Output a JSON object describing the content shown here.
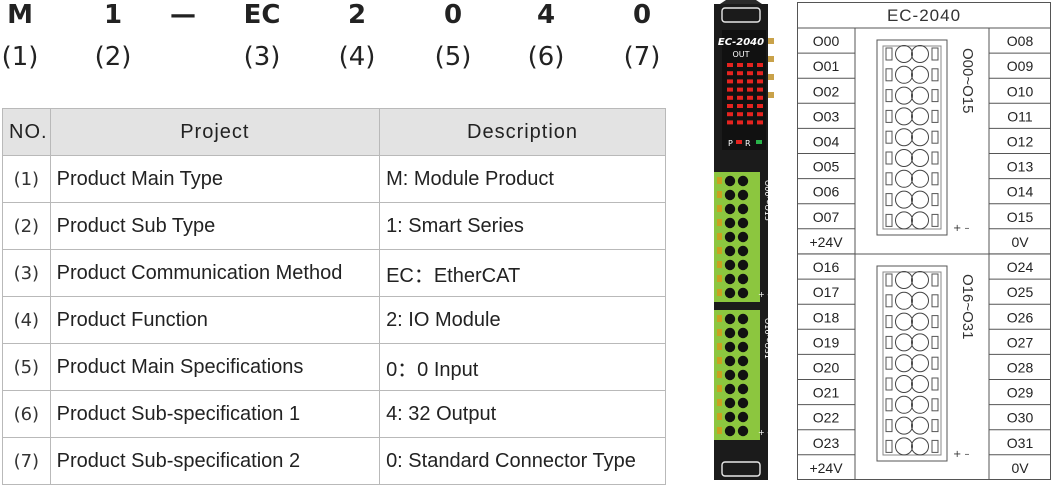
{
  "code_row": {
    "chars": [
      "M",
      "1",
      "—",
      "EC",
      "2",
      "0",
      "4",
      "0"
    ],
    "indices": [
      "(1)",
      "(2)",
      "(3)",
      "(4)",
      "(5)",
      "(6)",
      "(7)"
    ]
  },
  "spec_table": {
    "headers": [
      "NO.",
      "Project",
      "Description"
    ],
    "rows": [
      {
        "no": "(1)",
        "project": "Product Main Type",
        "description": "M: Module Product"
      },
      {
        "no": "(2)",
        "project": "Product Sub Type",
        "description": "1: Smart Series"
      },
      {
        "no": "(3)",
        "project": "Product Communication Method",
        "description": "EC：EtherCAT"
      },
      {
        "no": "(4)",
        "project": "Product Function",
        "description": "2: IO Module"
      },
      {
        "no": "(5)",
        "project": "Product Main Specifications",
        "description": "0：0 Input"
      },
      {
        "no": "(6)",
        "project": "Product Sub-specification 1",
        "description": "4: 32 Output"
      },
      {
        "no": "(7)",
        "project": "Product Sub-specification 2",
        "description": "0: Standard Connector Type"
      }
    ]
  },
  "module": {
    "model": "EC-2040",
    "mode": "OUT",
    "led_p": "P",
    "led_r": "R",
    "upper_range": "O00～O15",
    "lower_range": "O16～O31",
    "plus_minus": "+ –",
    "colors": {
      "body": "#1b1b1b",
      "led_red": "#e5231f",
      "led_green": "#29b34a",
      "terminal": "#8cc63f"
    }
  },
  "wiring": {
    "title": "EC-2040",
    "upper": {
      "left": [
        "O00",
        "O01",
        "O02",
        "O03",
        "O04",
        "O05",
        "O06",
        "O07",
        "+24V"
      ],
      "right": [
        "O08",
        "O09",
        "O10",
        "O11",
        "O12",
        "O13",
        "O14",
        "O15",
        "0V"
      ],
      "label": "O00~O15",
      "plus_minus": "+ –"
    },
    "lower": {
      "left": [
        "O16",
        "O17",
        "O18",
        "O19",
        "O20",
        "O21",
        "O22",
        "O23",
        "+24V"
      ],
      "right": [
        "O24",
        "O25",
        "O26",
        "O27",
        "O28",
        "O29",
        "O30",
        "O31",
        "0V"
      ],
      "label": "O16~O31",
      "plus_minus": "+ –"
    }
  }
}
